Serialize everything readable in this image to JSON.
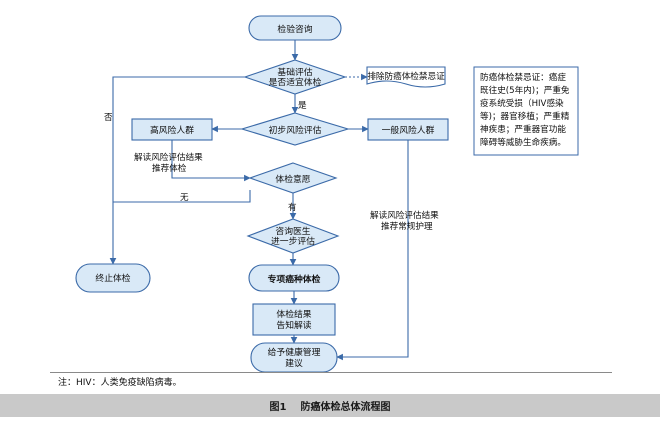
{
  "diagram": {
    "nodes": {
      "start": "检验咨询",
      "assess1": [
        "基础评估",
        "是否适宜体检"
      ],
      "exclude": "排除防癌体检禁忌证",
      "initial": "初步风险评估",
      "high_risk": "高风险人群",
      "general_risk": "一般风险人群",
      "willingness": "体检意愿",
      "consult": [
        "咨询医生",
        "进一步评估"
      ],
      "terminate": "终止体检",
      "cancer_exam": "专项癌种体检",
      "result": [
        "体检结果",
        "告知解读"
      ],
      "health_mgmt": [
        "给予健康管理",
        "建议"
      ]
    },
    "note": [
      "防癌体检禁忌证：癌症",
      "既往史(5年内)；严重免",
      "疫系统受损（HIV感染",
      "等)；器官移植；严重精",
      "神疾患；严重器官功能",
      "障碍等威胁生命疾病。"
    ],
    "edge_labels": {
      "no1": "否",
      "yes1": "是",
      "high_interp": [
        "解读风险评估结果",
        "推荐体检"
      ],
      "none": "无",
      "have": "有",
      "general_interp": [
        "解读风险评估结果",
        "推荐常规护理"
      ]
    }
  },
  "footnote": "注：HIV：人类免疫缺陷病毒。",
  "caption": {
    "figure_no": "图1",
    "title": "防癌体检总体流程图"
  },
  "colors": {
    "node_fill": "#d9e9f7",
    "stroke": "#3b6aa8",
    "caption_bg": "#c9c9c9"
  }
}
